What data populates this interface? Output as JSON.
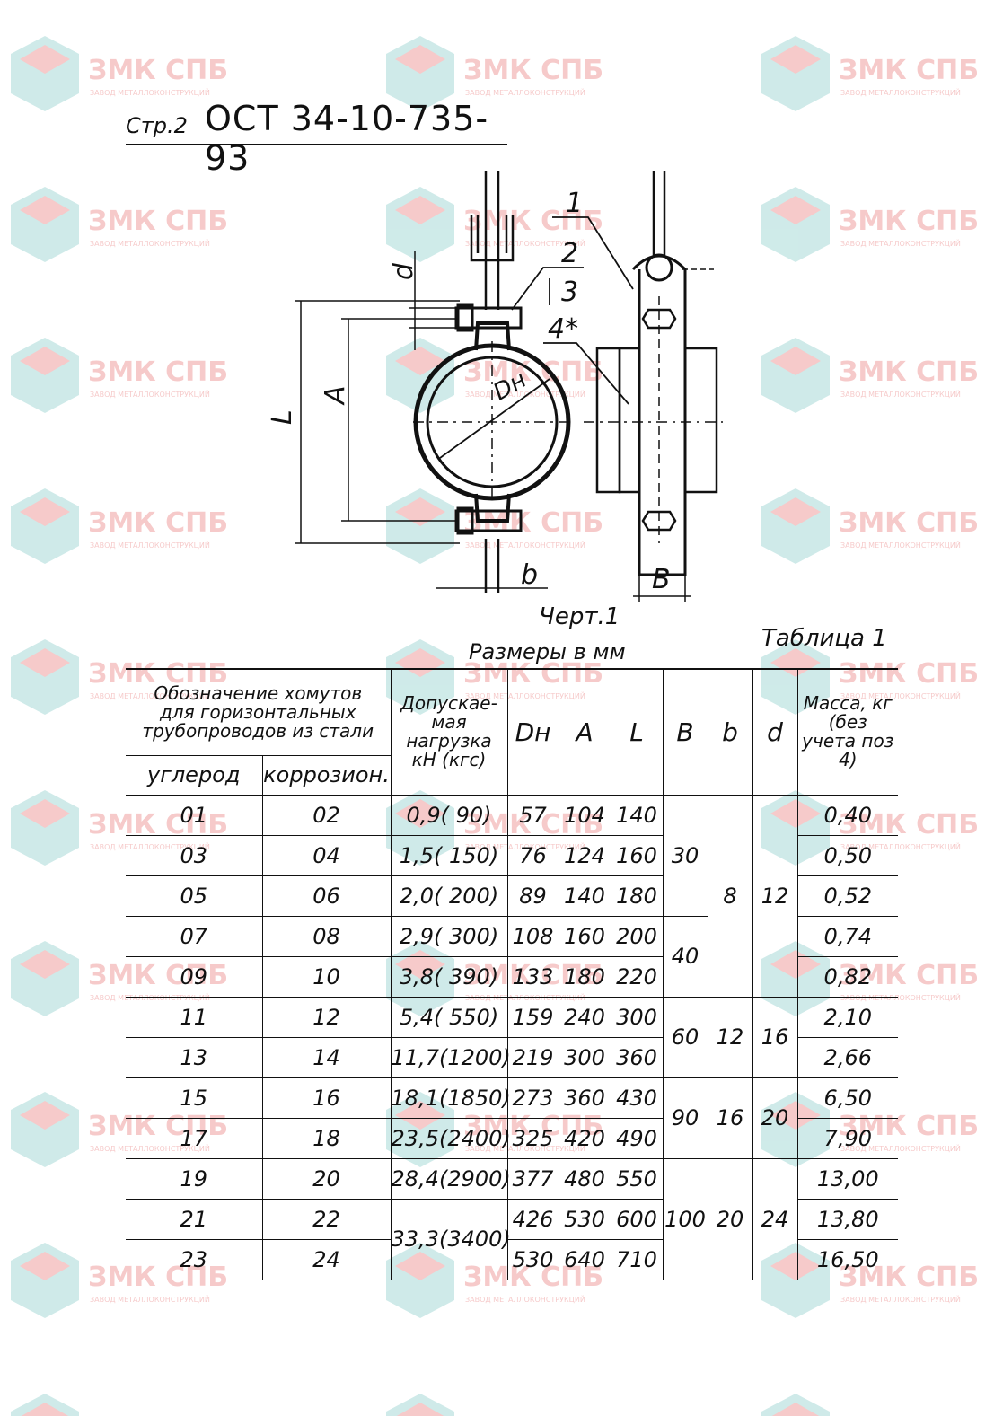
{
  "watermark": {
    "brand": "ЗМК СПБ",
    "sub": "ЗАВОД МЕТАЛЛОКОНСТРУКЦИЙ",
    "color": "#f3b9b9",
    "cube_color": "#bfe4e2"
  },
  "header": {
    "page_label": "Стр.2",
    "standard": "ОСТ 34-10-735-93"
  },
  "drawing": {
    "labels": {
      "d": "d",
      "L": "L",
      "A": "A",
      "Dn": "Dн",
      "b": "b",
      "B": "B",
      "p1": "1",
      "p2": "2",
      "p3": "3",
      "p4": "4*"
    },
    "caption": "Черт.1"
  },
  "table_title": "Таблица 1",
  "units_note": "Размеры в мм",
  "table": {
    "headers": {
      "designation": "Обозначение хомутов для горизонтальных трубопроводов из стали",
      "carbon": "углерод",
      "corrosion": "коррозион.",
      "load": "Допускае-мая нагрузка кН (кгс)",
      "Dn": "Dн",
      "A": "A",
      "L": "L",
      "B": "B",
      "b": "b",
      "d": "d",
      "mass": "Масса, кг (без учета поз 4)"
    },
    "rows": [
      {
        "c": "01",
        "k": "02",
        "load": "0,9( 90)",
        "Dn": "57",
        "A": "104",
        "L": "140",
        "m": "0,40"
      },
      {
        "c": "03",
        "k": "04",
        "load": "1,5( 150)",
        "Dn": "76",
        "A": "124",
        "L": "160",
        "m": "0,50"
      },
      {
        "c": "05",
        "k": "06",
        "load": "2,0( 200)",
        "Dn": "89",
        "A": "140",
        "L": "180",
        "m": "0,52"
      },
      {
        "c": "07",
        "k": "08",
        "load": "2,9( 300)",
        "Dn": "108",
        "A": "160",
        "L": "200",
        "m": "0,74"
      },
      {
        "c": "09",
        "k": "10",
        "load": "3,8( 390)",
        "Dn": "133",
        "A": "180",
        "L": "220",
        "m": "0,82"
      },
      {
        "c": "11",
        "k": "12",
        "load": "5,4( 550)",
        "Dn": "159",
        "A": "240",
        "L": "300",
        "m": "2,10"
      },
      {
        "c": "13",
        "k": "14",
        "load": "11,7(1200)",
        "Dn": "219",
        "A": "300",
        "L": "360",
        "m": "2,66"
      },
      {
        "c": "15",
        "k": "16",
        "load": "18,1(1850)",
        "Dn": "273",
        "A": "360",
        "L": "430",
        "m": "6,50"
      },
      {
        "c": "17",
        "k": "18",
        "load": "23,5(2400)",
        "Dn": "325",
        "A": "420",
        "L": "490",
        "m": "7,90"
      },
      {
        "c": "19",
        "k": "20",
        "load": "28,4(2900)",
        "Dn": "377",
        "A": "480",
        "L": "550",
        "m": "13,00"
      },
      {
        "c": "21",
        "k": "22",
        "load": "33,3(3400)",
        "Dn": "426",
        "A": "530",
        "L": "600",
        "m": "13,80"
      },
      {
        "c": "23",
        "k": "24",
        "Dn": "530",
        "A": "640",
        "L": "710",
        "m": "16,50"
      }
    ],
    "groups": {
      "B": [
        "30",
        "40",
        "60",
        "90",
        "100"
      ],
      "b": [
        "8",
        "12",
        "16",
        "20"
      ],
      "d": [
        "12",
        "16",
        "20",
        "24"
      ]
    }
  }
}
